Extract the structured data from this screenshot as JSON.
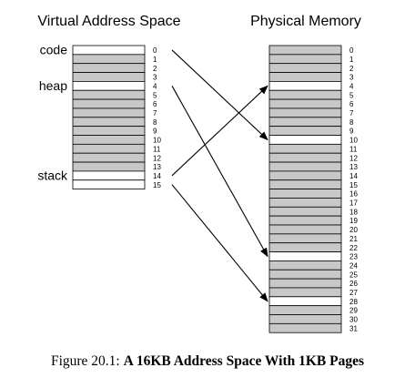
{
  "virtual": {
    "title": "Virtual Address Space",
    "labels": [
      {
        "text": "code",
        "page": 0
      },
      {
        "text": "heap",
        "page": 4
      },
      {
        "text": "stack",
        "page": 14
      }
    ],
    "page_count": 16,
    "unused_pages": [
      0,
      4,
      14,
      15
    ],
    "page_numbers": [
      "0",
      "1",
      "2",
      "3",
      "4",
      "5",
      "6",
      "7",
      "8",
      "9",
      "10",
      "11",
      "12",
      "13",
      "14",
      "15"
    ]
  },
  "physical": {
    "title": "Physical Memory",
    "frame_count": 32,
    "unused_frames": [
      4,
      10,
      23,
      28
    ],
    "frame_numbers": [
      "0",
      "1",
      "2",
      "3",
      "4",
      "5",
      "6",
      "7",
      "8",
      "9",
      "10",
      "11",
      "12",
      "13",
      "14",
      "15",
      "16",
      "17",
      "18",
      "19",
      "20",
      "21",
      "22",
      "23",
      "24",
      "25",
      "26",
      "27",
      "28",
      "29",
      "30",
      "31"
    ]
  },
  "mappings": [
    {
      "virtual_page": 0,
      "physical_frame": 10
    },
    {
      "virtual_page": 4,
      "physical_frame": 23
    },
    {
      "virtual_page": 14,
      "physical_frame": 4
    },
    {
      "virtual_page": 15,
      "physical_frame": 28
    }
  ],
  "colors": {
    "used": "#c8c8c8",
    "unused": "#ffffff",
    "stroke": "#000000"
  },
  "caption": {
    "prefix": "Figure 20.1: ",
    "title": "A 16KB Address Space With 1KB Pages"
  }
}
